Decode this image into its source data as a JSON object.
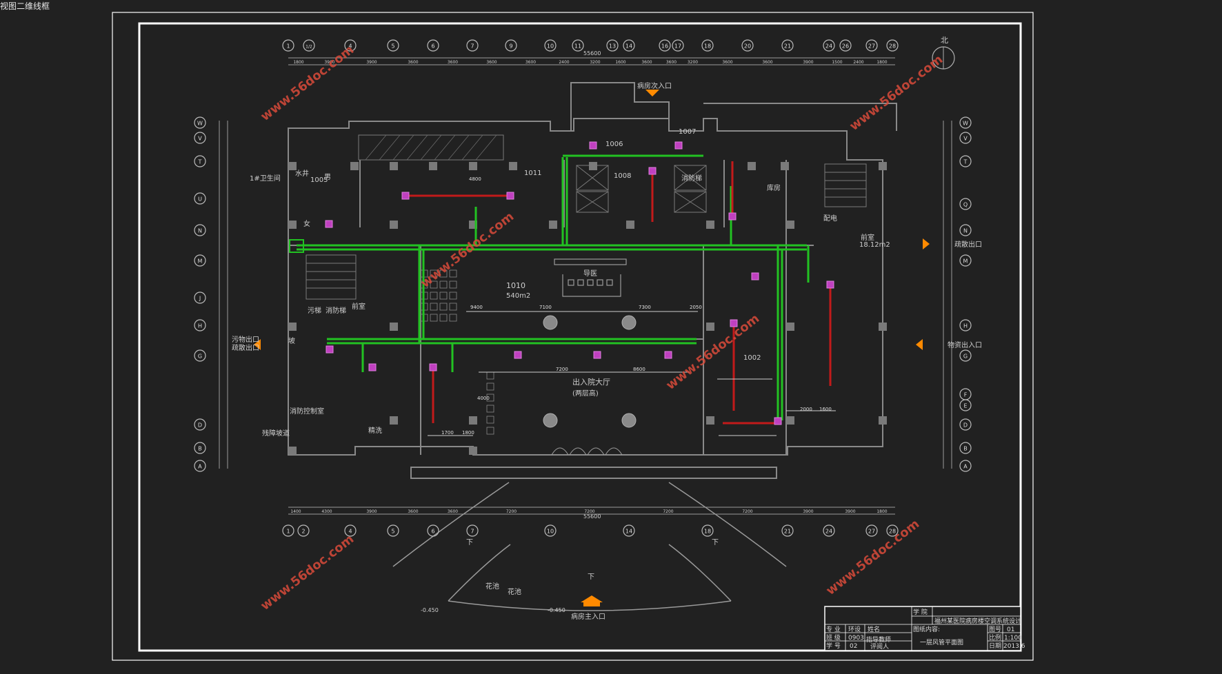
{
  "viewport_label": "视图二维线框",
  "colors": {
    "background": "#212121",
    "frame": "#ffffff",
    "wall": "#8a8a8a",
    "column": "#7a7a7a",
    "duct_supply": "#22c222",
    "duct_branch": "#c21a1a",
    "diffuser": "#c040c0",
    "entrance_arrow": "#ff8a00",
    "watermark": "#d84a3a",
    "text": "#cfcfcf"
  },
  "axes_top": [
    "1",
    "1/2",
    "4",
    "5",
    "6",
    "7",
    "9",
    "10",
    "11",
    "13",
    "14",
    "16",
    "17",
    "18",
    "20",
    "21",
    "24",
    "26",
    "27",
    "28"
  ],
  "axes_bottom": [
    "1",
    "2",
    "4",
    "5",
    "6",
    "7",
    "10",
    "14",
    "18",
    "21",
    "24",
    "27",
    "28"
  ],
  "axes_left": [
    "W",
    "V",
    "T",
    "U",
    "N",
    "M",
    "J",
    "H",
    "G",
    "D",
    "B",
    "A"
  ],
  "axes_right": [
    "W",
    "V",
    "T",
    "Q",
    "N",
    "M",
    "H",
    "G",
    "F",
    "E",
    "D",
    "B",
    "A"
  ],
  "dims_top": [
    "1800",
    "3900",
    "3900",
    "3600",
    "3600",
    "3600",
    "3600",
    "2400",
    "3200",
    "1600",
    "3600",
    "3600",
    "3200",
    "3600",
    "3600",
    "3900",
    "1500",
    "2400",
    "1800"
  ],
  "dims_top_total": "55600",
  "dims_bottom": [
    "1400",
    "4300",
    "3900",
    "3600",
    "3600",
    "7200",
    "7200",
    "7200",
    "7200",
    "3900",
    "3900",
    "1800"
  ],
  "dims_bottom_total": "55600",
  "rooms": [
    {
      "label": "1#卫生间"
    },
    {
      "label": "水井"
    },
    {
      "label": "男"
    },
    {
      "label": "女"
    },
    {
      "label": "1005"
    },
    {
      "label": "1011"
    },
    {
      "label": "1008"
    },
    {
      "label": "1006"
    },
    {
      "label": "1007"
    },
    {
      "label": "消防梯"
    },
    {
      "label": "库房"
    },
    {
      "label": "配电"
    },
    {
      "label": "前室"
    },
    {
      "label": "18.12m2"
    },
    {
      "label": "疏散出口"
    },
    {
      "label": "1010"
    },
    {
      "label": "540m2"
    },
    {
      "label": "导医"
    },
    {
      "label": "污梯"
    },
    {
      "label": "消防梯"
    },
    {
      "label": "前室"
    },
    {
      "label": "污物出口"
    },
    {
      "label": "疏散出口"
    },
    {
      "label": "坡"
    },
    {
      "label": "消防控制室"
    },
    {
      "label": "精洗"
    },
    {
      "label": "残障坡道"
    },
    {
      "label": "出入院大厅"
    },
    {
      "label": "(两层高)"
    },
    {
      "label": "1002"
    },
    {
      "label": "物资出入口"
    },
    {
      "label": "病房次入口"
    },
    {
      "label": "病房主入口"
    },
    {
      "label": "花池"
    },
    {
      "label": "花池"
    }
  ],
  "hall_dims": [
    "9400",
    "7100",
    "7300",
    "2050",
    "7200",
    "8600",
    "2000",
    "1600",
    "1700",
    "1800",
    "4000",
    "4800"
  ],
  "watermark_text": "www.56doc.com",
  "title_block": {
    "school": "学 院",
    "title": "福州某医院病房楼空调系统设计",
    "content_label": "图纸内容:",
    "drawing_no_label": "图号",
    "drawing_no": "01",
    "major_label": "专 业",
    "major": "环设",
    "name_label": "姓名",
    "class_label": "班 级",
    "class": "0903",
    "advisor_label": "指导教师",
    "student_no_label": "学 号",
    "student_no": "02",
    "reviewer_label": "评阅人",
    "drawing_name": "一层风管平面图",
    "scale_label": "比例",
    "scale": "1:100",
    "date_label": "日期",
    "date": "2013.6"
  },
  "north_label": "北",
  "elevation_marks": [
    "-0.450",
    "-0.450"
  ],
  "ramp_labels": [
    "下",
    "下",
    "下"
  ]
}
